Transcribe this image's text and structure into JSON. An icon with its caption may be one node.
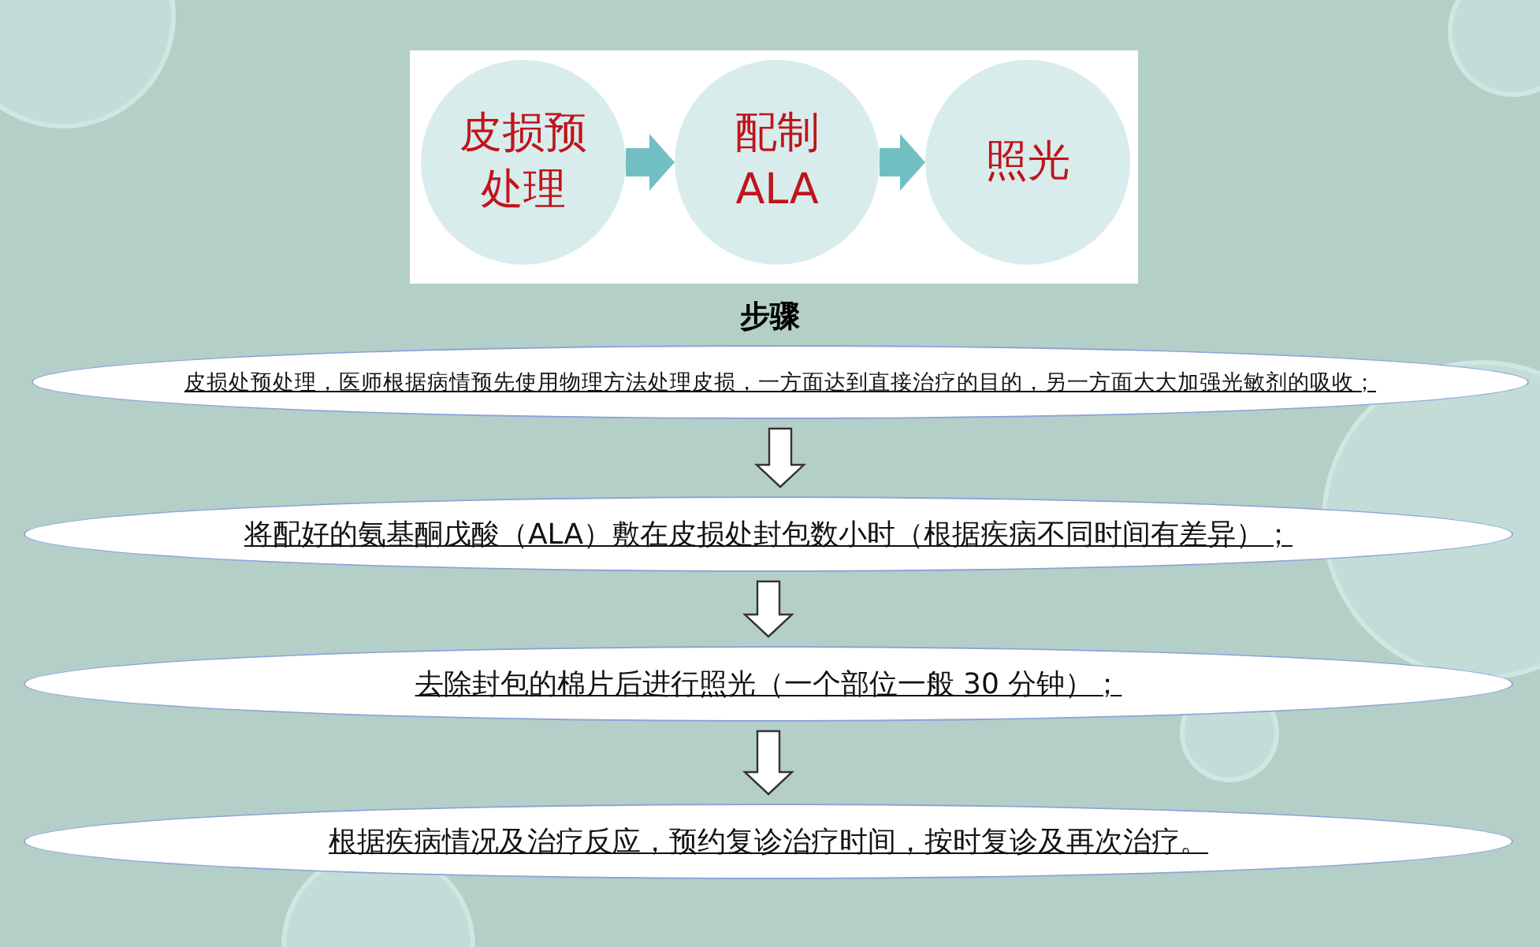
{
  "diagram": {
    "title": "步骤",
    "nodes": [
      {
        "text": [],
        "shape": "box"
      },
      {
        "text": [
          "皮损预处理"
        ],
        "in": 0
      },
      {
        "text": [
          "配制ALA"
        ],
        "in": 0
      },
      {
        "text": [
          "照光"
        ],
        "in": 0
      },
      {
        "text": [
          "皮损处预处理，医师根据病情预先使用物理方法处理皮损，一方面达到直接治疗的目的，另一方面大大加强光敏剂的吸收；"
        ]
      },
      {
        "text": [
          "将配好的氨基酮戊酸（ALA）敷在皮损处封包数小时（根据疾病不同时间有差异）；"
        ]
      },
      {
        "text": [
          "去除封包的棉片后进行照光（一个部位一般 30 分钟）；"
        ]
      },
      {
        "text": [
          "根据疾病情况及治疗反应，预约复诊治疗时间，按时复诊及再次治疗。"
        ]
      }
    ],
    "edges": [
      {
        "from": 1,
        "to": 2,
        "arrow": "to",
        "color": "#72bfc3"
      },
      {
        "from": 2,
        "to": 3,
        "arrow": "to",
        "color": "#72bfc3"
      },
      {
        "from": 4,
        "to": 5,
        "arrow": "to"
      },
      {
        "from": 5,
        "to": 6,
        "arrow": "to"
      },
      {
        "from": 6,
        "to": 7,
        "arrow": "to"
      }
    ]
  }
}
